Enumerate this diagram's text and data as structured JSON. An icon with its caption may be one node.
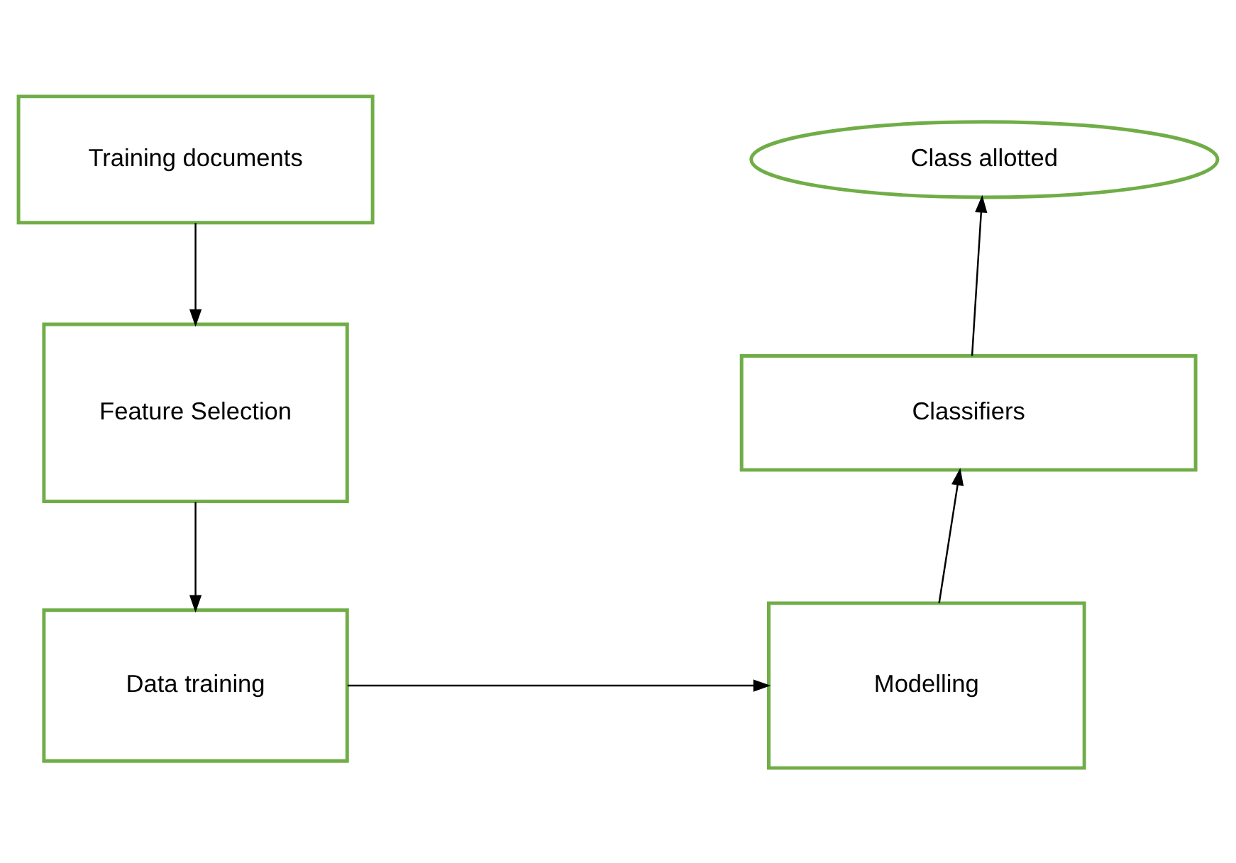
{
  "diagram": {
    "nodes": [
      {
        "text": [
          "Training documents"
        ]
      },
      {
        "text": [
          "Feature Selection"
        ]
      },
      {
        "text": [
          "Data training"
        ]
      },
      {
        "text": [
          "Modelling"
        ]
      },
      {
        "text": [
          "Classifiers"
        ]
      },
      {
        "text": [
          "Class allotted"
        ]
      }
    ],
    "edges": [
      {
        "from": 0,
        "to": 1,
        "arrow": "to"
      },
      {
        "from": 1,
        "to": 2,
        "arrow": "to"
      },
      {
        "from": 2,
        "to": 3,
        "arrow": "to"
      },
      {
        "from": 3,
        "to": 4,
        "arrow": "to"
      },
      {
        "from": 4,
        "to": 5,
        "arrow": "to"
      }
    ]
  }
}
